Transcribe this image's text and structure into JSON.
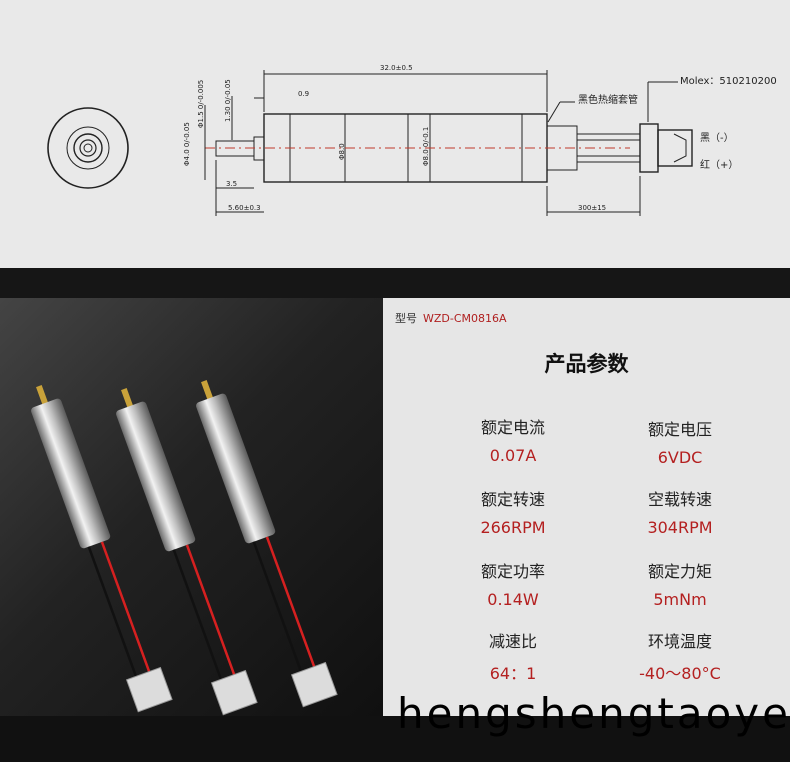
{
  "drawing": {
    "dims": {
      "total_length": "32.0±0.5",
      "shaft_dia": "Φ1.5 0/-0.005",
      "flat_dia": "1.30 0/-0.05",
      "hub_dia": "Φ4.0 0/-0.05",
      "hub_len": "0.9",
      "shaft_flat": "3.5",
      "shaft_len": "5.60±0.3",
      "motor_dia": "Φ8.0",
      "gear_dia": "Φ8.0 0/-0.1",
      "lead_len": "300±15"
    },
    "connector_label": "Molex：510210200",
    "sleeve_label": "黑色热缩套管",
    "wire_black": "黑（-）",
    "wire_red": "红（+）"
  },
  "model": {
    "label": "型号",
    "value": "WZD-CM0816A"
  },
  "specs_title": "产品参数",
  "specs": [
    {
      "label": "额定电流",
      "value": "0.07A"
    },
    {
      "label": "额定电压",
      "value": "6VDC"
    },
    {
      "label": "额定转速",
      "value": "266RPM"
    },
    {
      "label": "空载转速",
      "value": "304RPM"
    },
    {
      "label": "额定功率",
      "value": "0.14W"
    },
    {
      "label": "额定力矩",
      "value": "5mNm"
    },
    {
      "label": "减速比",
      "value": "64：1"
    },
    {
      "label": "环境温度",
      "value": "-40～80°C"
    }
  ],
  "watermark": "hengshengtaoye",
  "colors": {
    "accent_red": "#b42020",
    "wire_red": "#d62020",
    "drawing_bg": "#e9e9e9"
  }
}
